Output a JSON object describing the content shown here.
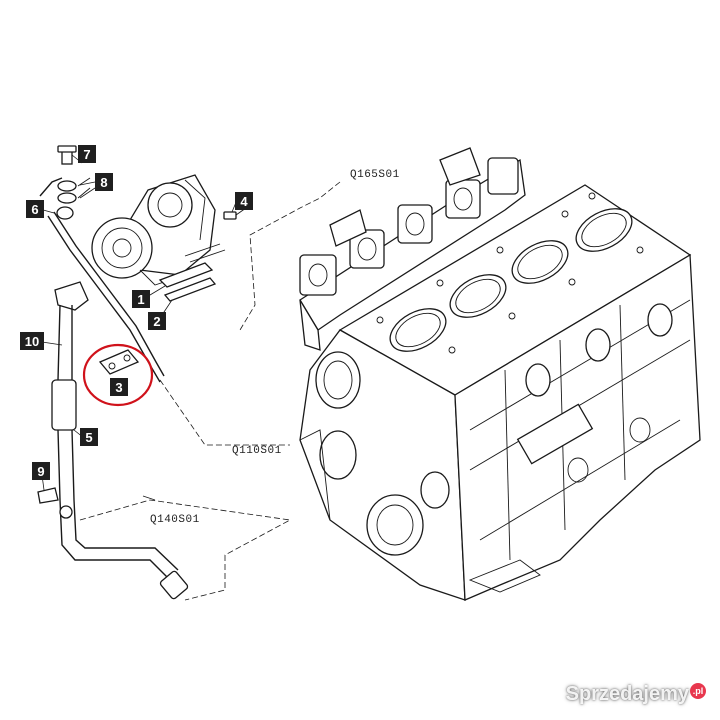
{
  "callouts": {
    "c1": "1",
    "c2": "2",
    "c3": "3",
    "c4": "4",
    "c5": "5",
    "c6": "6",
    "c7": "7",
    "c8": "8",
    "c9": "9",
    "c10": "10"
  },
  "references": {
    "r_exhaust_manifold": "Q165S01",
    "r_engine_block": "Q110S01",
    "r_oil_return": "Q140S01"
  },
  "highlight": {
    "color": "#d0121b"
  },
  "watermark": {
    "text": "Sprzedajemy",
    "badge": ".pl"
  }
}
